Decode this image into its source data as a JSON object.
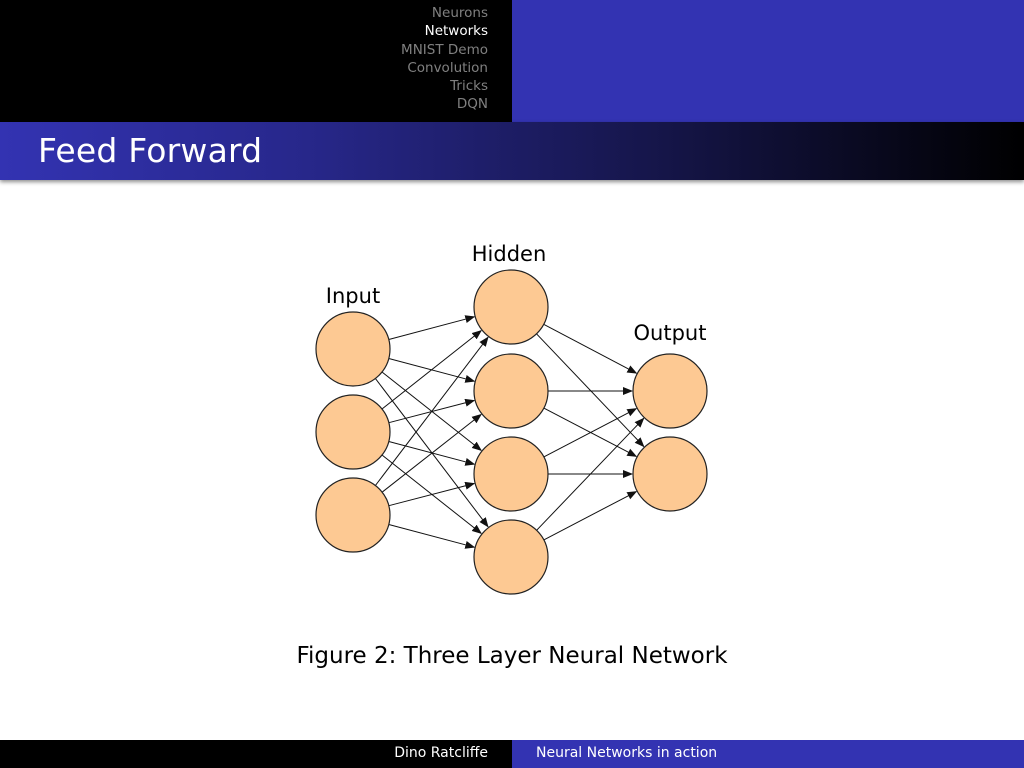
{
  "header": {
    "nav_items": [
      "Neurons",
      "Networks",
      "MNIST Demo",
      "Convolution",
      "Tricks",
      "DQN"
    ],
    "active_index": 1
  },
  "frame": {
    "title": "Feed Forward"
  },
  "figure": {
    "labels": {
      "input": "Input",
      "hidden": "Hidden",
      "output": "Output"
    },
    "layer_sizes": [
      3,
      4,
      2
    ],
    "node_color": "#fdc993",
    "caption": "Figure 2:  Three Layer Neural Network"
  },
  "footer": {
    "author": "Dino Ratcliffe",
    "talk_title": "Neural Networks in action"
  },
  "colors": {
    "structure": "#3333b2",
    "dark": "#000000",
    "inactive_nav": "#808080"
  }
}
